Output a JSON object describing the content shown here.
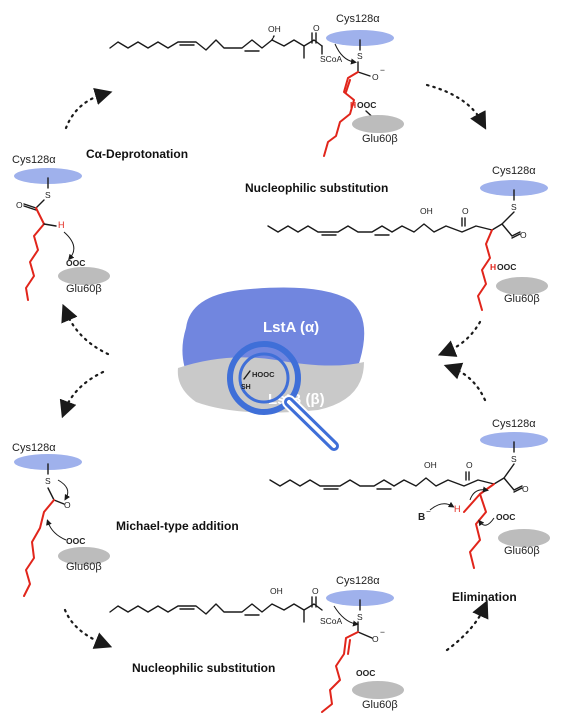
{
  "labels": {
    "cys": "Cys128α",
    "glu": "Glu60β",
    "s": "S",
    "o": "O",
    "oh": "OH",
    "scoa": "SCoA",
    "ooc": "OOC",
    "hooc_h": "H",
    "hooc_rest": "OOC",
    "h": "H",
    "base": "B",
    "minus": "−"
  },
  "steps": {
    "deprotonation": "Cα-Deprotonation",
    "nucleophilic_1": "Nucleophilic substitution",
    "michael": "Michael-type addition",
    "elimination": "Elimination",
    "nucleophilic_2": "Nucleophilic substitution"
  },
  "enzyme": {
    "lsta": "LstA (α)",
    "lstb": "LstB (β)",
    "sh": "SH",
    "hooc": "HOOC"
  },
  "colors": {
    "cys_blue": "#9fb1ec",
    "glu_gray": "#bcbcbc",
    "lsta_fill": "#7186df",
    "lstb_fill": "#c9c9c9",
    "lens": "#3f6fd8",
    "red_chain": "#e1251b"
  }
}
